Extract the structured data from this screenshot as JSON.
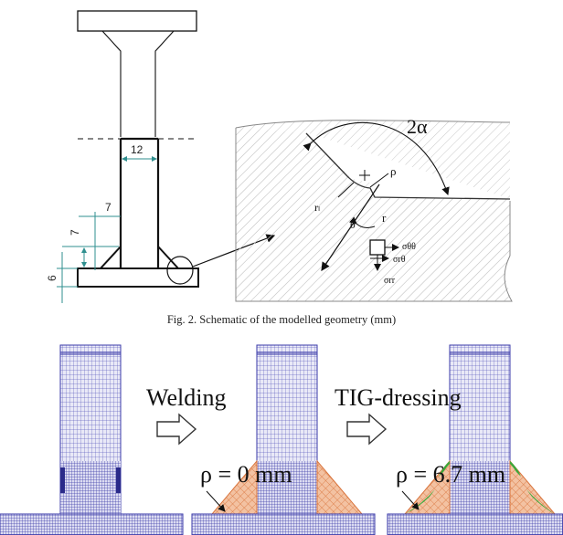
{
  "figure_caption": "Fig. 2. Schematic of the modelled geometry (mm)",
  "schematic": {
    "dim_width": "12",
    "dim_leg_horizontal": "7",
    "dim_leg_vertical": "7",
    "dim_plate": "6"
  },
  "detail": {
    "angle_label": "2α",
    "rho_label": "ρ",
    "rl_label": "rₗ",
    "theta_label": "θ",
    "r_label": "r",
    "sigma_thth": "σθθ",
    "sigma_rth": "σrθ",
    "sigma_rr": "σrr",
    "plus_mark": "+"
  },
  "mesh": {
    "step1_label": "Welding",
    "step2_label": "TIG-dressing",
    "rho1": "ρ = 0 mm",
    "rho2": "ρ = 6.7 mm"
  },
  "colors": {
    "mesh_blue": "#3a3aa8",
    "weld_orange": "#e79a6c",
    "dress_green": "#3aa83a",
    "dim_teal": "#2f8f8f"
  }
}
